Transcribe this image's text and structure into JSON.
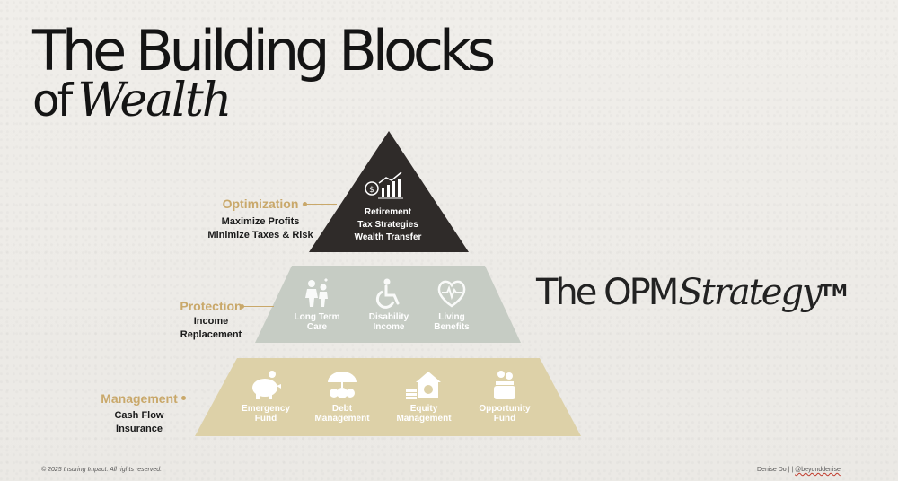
{
  "title": {
    "line1": "The Building Blocks",
    "of": "of",
    "wealth": "Wealth"
  },
  "optimization": {
    "heading": "Optimization",
    "lines": [
      "Maximize Profits",
      "Minimize Taxes & Risk"
    ],
    "block": [
      "Retirement",
      "Tax Strategies",
      "Wealth Transfer"
    ]
  },
  "protection": {
    "heading": "Protection",
    "lines": [
      "Income",
      "Replacement"
    ],
    "items": [
      {
        "icon": "caregiver-icon",
        "label1": "Long Term",
        "label2": "Care"
      },
      {
        "icon": "wheelchair-icon",
        "label1": "Disability",
        "label2": "Income"
      },
      {
        "icon": "heart-pulse-icon",
        "label1": "Living",
        "label2": "Benefits"
      }
    ]
  },
  "management": {
    "heading": "Management",
    "lines": [
      "Cash Flow",
      "Insurance"
    ],
    "items": [
      {
        "icon": "piggy-bank-icon",
        "label1": "Emergency",
        "label2": "Fund"
      },
      {
        "icon": "umbrella-coins-icon",
        "label1": "Debt",
        "label2": "Management"
      },
      {
        "icon": "house-coins-icon",
        "label1": "Equity",
        "label2": "Management"
      },
      {
        "icon": "fund-jar-icon",
        "label1": "Opportunity",
        "label2": "Fund"
      }
    ]
  },
  "opm": {
    "the": "The OPM",
    "strategy": "Strategy",
    "tm": "TM"
  },
  "footer": {
    "left": "© 2025 Insuring Impact. All rights reserved.",
    "right_name": "Denise Do | | ",
    "right_handle": "@beyonddenise"
  },
  "colors": {
    "top": "#2f2b29",
    "mid": "#c6ccc4",
    "bottom": "#ddd1a8",
    "accent": "#c9a86a"
  }
}
